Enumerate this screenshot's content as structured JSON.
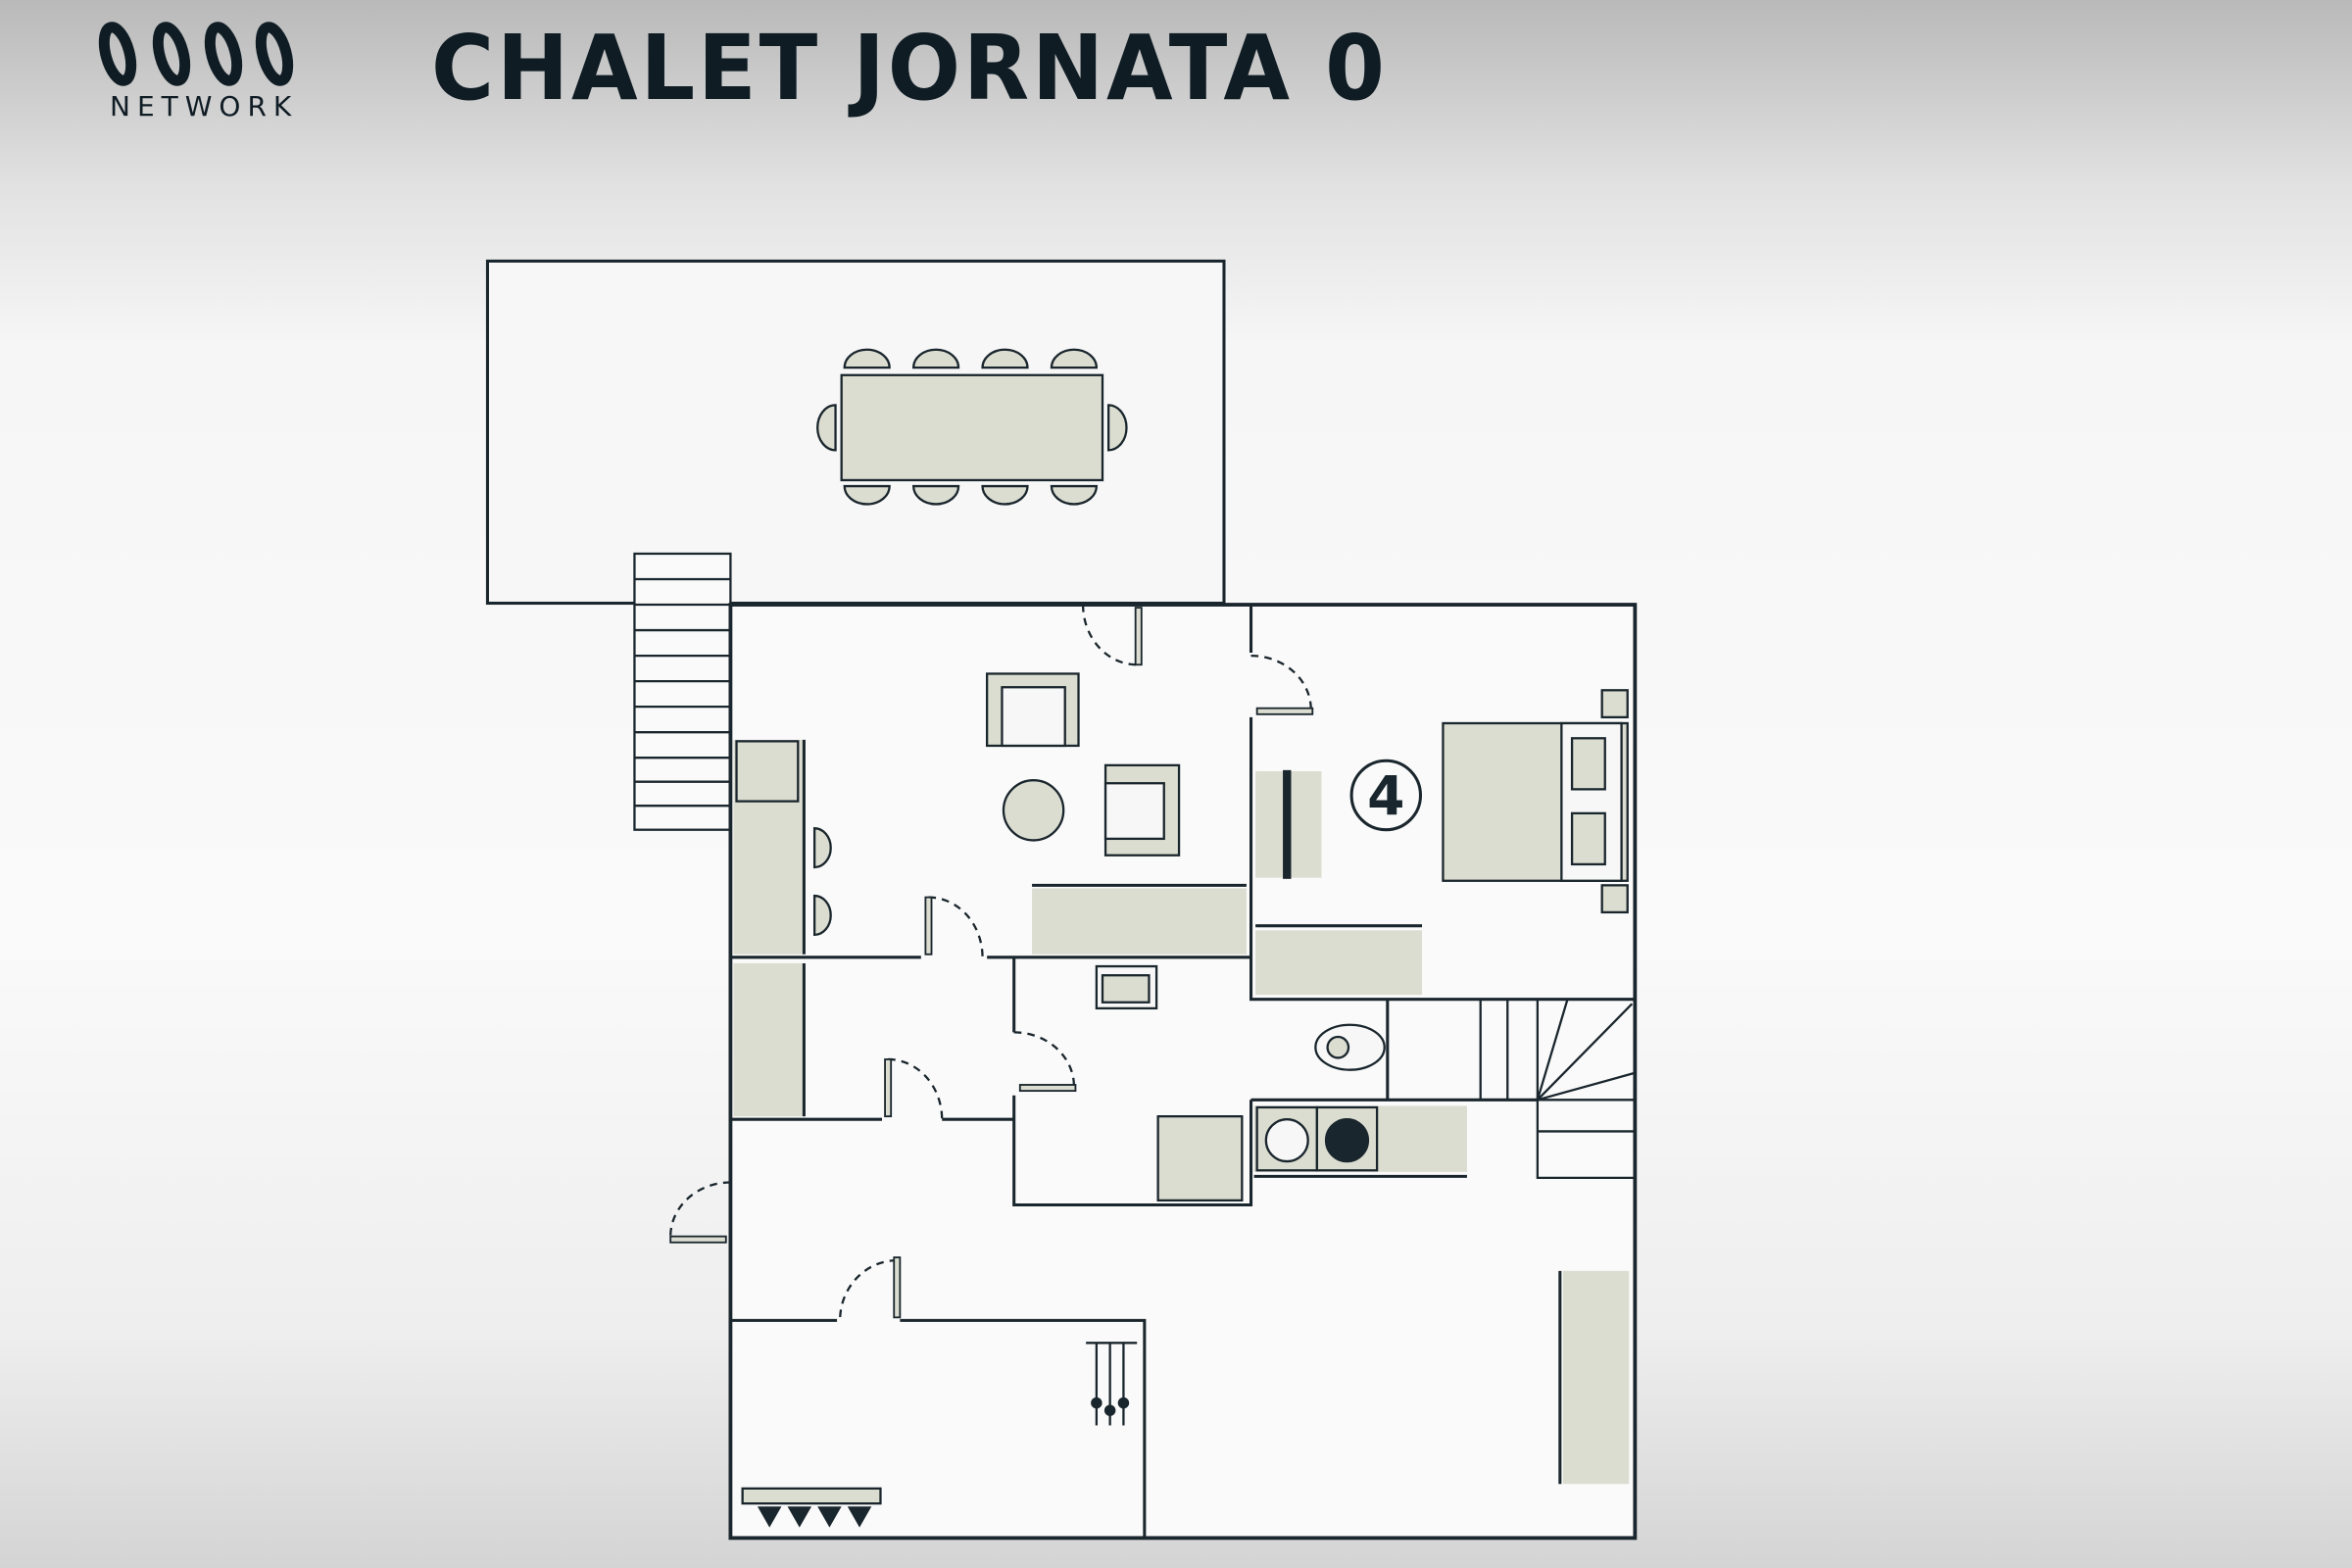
{
  "header": {
    "logo_text": "NETWORK",
    "title": "CHALET JORNATA 0"
  },
  "plan": {
    "room_number": "4",
    "colors": {
      "wall": "#1a262d",
      "furniture": "#dcddd1",
      "floor": "#fafafa"
    }
  }
}
